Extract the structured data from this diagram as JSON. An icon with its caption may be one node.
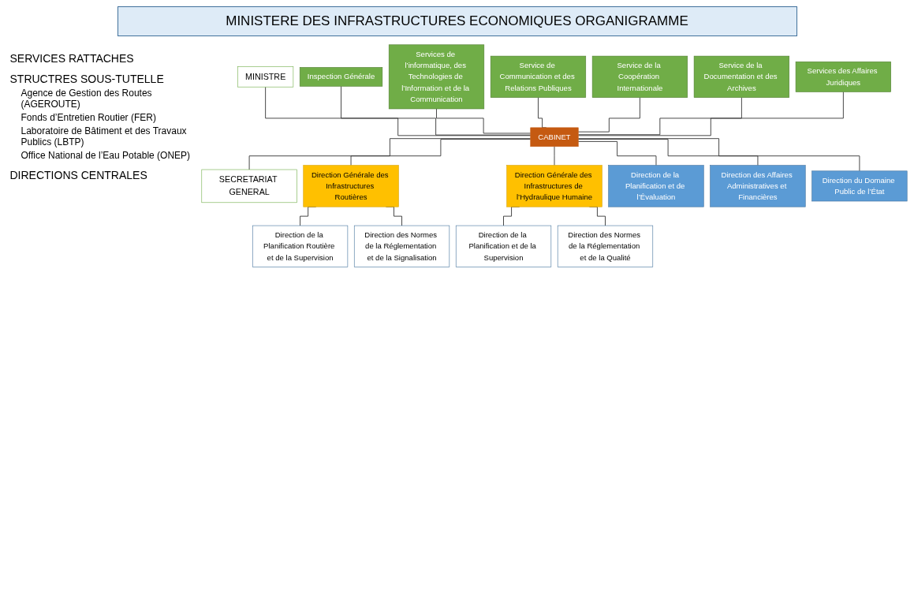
{
  "diagram": {
    "title": "MINISTERE DES INFRASTRUCTURES ECONOMIQUES ORGANIGRAMME",
    "nodes": [
      {
        "text": [
          "MINISTRE"
        ]
      },
      {
        "text": [
          "CABINET"
        ]
      },
      {
        "text": [
          "SECRETARIAT GENERAL"
        ]
      },
      {
        "text": [
          "Inspection Générale"
        ]
      },
      {
        "text": [
          "Services de l’informatique, des Technologies de l’Information et de la Communication"
        ]
      },
      {
        "text": [
          "Service de Communication et des Relations Publiques"
        ]
      },
      {
        "text": [
          "Service de la Coopération Internationale"
        ]
      },
      {
        "text": [
          "Service de la Documentation et des Archives"
        ]
      },
      {
        "text": [
          "Services des Affaires Juridiques"
        ]
      },
      {
        "text": [
          "Direction Générale des Infrastructures Routières"
        ]
      },
      {
        "text": [
          "Direction Générale des Infrastructures de l’Hydraulique Humaine"
        ]
      },
      {
        "text": [
          "Direction de la Planification Routière et de la Supervision"
        ]
      },
      {
        "text": [
          "Direction des Normes de la Réglementation et de la Signalisation"
        ]
      },
      {
        "text": [
          "Direction de la Planification et de la Supervision"
        ]
      },
      {
        "text": [
          "Direction des Normes de la Réglementation et de la Qualité"
        ]
      },
      {
        "text": [
          "Direction de la Planification et de l’Évaluation"
        ]
      },
      {
        "text": [
          "Direction des Affaires Administratives et Financières"
        ]
      },
      {
        "text": [
          "Direction du Domaine Public de l’État"
        ]
      }
    ],
    "edges": [
      {
        "from": 0,
        "to": 1,
        "arrow": "none"
      },
      {
        "from": 3,
        "to": 1,
        "arrow": "none"
      },
      {
        "from": 4,
        "to": 1,
        "arrow": "none"
      },
      {
        "from": 5,
        "to": 1,
        "arrow": "none"
      },
      {
        "from": 6,
        "to": 1,
        "arrow": "none"
      },
      {
        "from": 7,
        "to": 1,
        "arrow": "none"
      },
      {
        "from": 8,
        "to": 1,
        "arrow": "none"
      },
      {
        "from": 1,
        "to": 2,
        "arrow": "none"
      },
      {
        "from": 1,
        "to": 9,
        "arrow": "none"
      },
      {
        "from": 1,
        "to": 10,
        "arrow": "none"
      },
      {
        "from": 1,
        "to": 15,
        "arrow": "none"
      },
      {
        "from": 1,
        "to": 16,
        "arrow": "none"
      },
      {
        "from": 1,
        "to": 17,
        "arrow": "none"
      },
      {
        "from": 9,
        "to": 11,
        "arrow": "none"
      },
      {
        "from": 9,
        "to": 12,
        "arrow": "none"
      },
      {
        "from": 10,
        "to": 13,
        "arrow": "none"
      },
      {
        "from": 10,
        "to": 14,
        "arrow": "none"
      }
    ],
    "labels": [
      "SERVICES RATTACHES",
      "STRUCTRES SOUS-TUTELLE",
      "Agence de Gestion des Routes (AGEROUTE)",
      "Fonds d’Entretien Routier (FER)",
      "Laboratoire de Bâtiment et des Travaux Publics (LBTP)",
      "Office National de l’Eau Potable (ONEP)",
      "DIRECTIONS CENTRALES"
    ]
  }
}
